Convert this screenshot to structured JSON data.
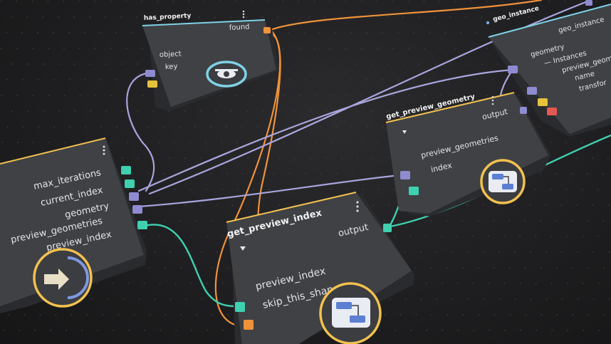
{
  "nodes": {
    "has_property": {
      "title": "has_property",
      "inputs": [
        "object",
        "key"
      ],
      "outputs": [
        "found"
      ],
      "icon": "eye-icon"
    },
    "geo_instance": {
      "title": "geo_instance",
      "inputs": [
        "geometry"
      ],
      "outputs": [
        "geo_instance"
      ],
      "instances_label": "Instances",
      "instance_fields": [
        "preview_geom",
        "name",
        "transfor"
      ]
    },
    "get_preview_geometry": {
      "title": "get_preview_geometry",
      "inputs": [
        "preview_geometries",
        "index"
      ],
      "outputs": [
        "output"
      ],
      "icon": "link-blocks-icon"
    },
    "loop_node": {
      "outputs": [
        "max_iterations",
        "current_index",
        "geometry",
        "preview_geometries",
        "preview_index"
      ],
      "icon": "loop-arrow-icon"
    },
    "get_preview_index": {
      "title": "get_preview_index",
      "inputs": [
        "preview_index",
        "skip_this_shape"
      ],
      "outputs": [
        "output"
      ],
      "icon": "link-blocks-icon"
    }
  },
  "colors": {
    "wire_purple": "#a9a6de",
    "wire_orange": "#f0923a",
    "wire_teal": "#3fd0b0",
    "node_border_yellow": "#f2c14e",
    "node_border_blue": "#7fd2e6"
  }
}
